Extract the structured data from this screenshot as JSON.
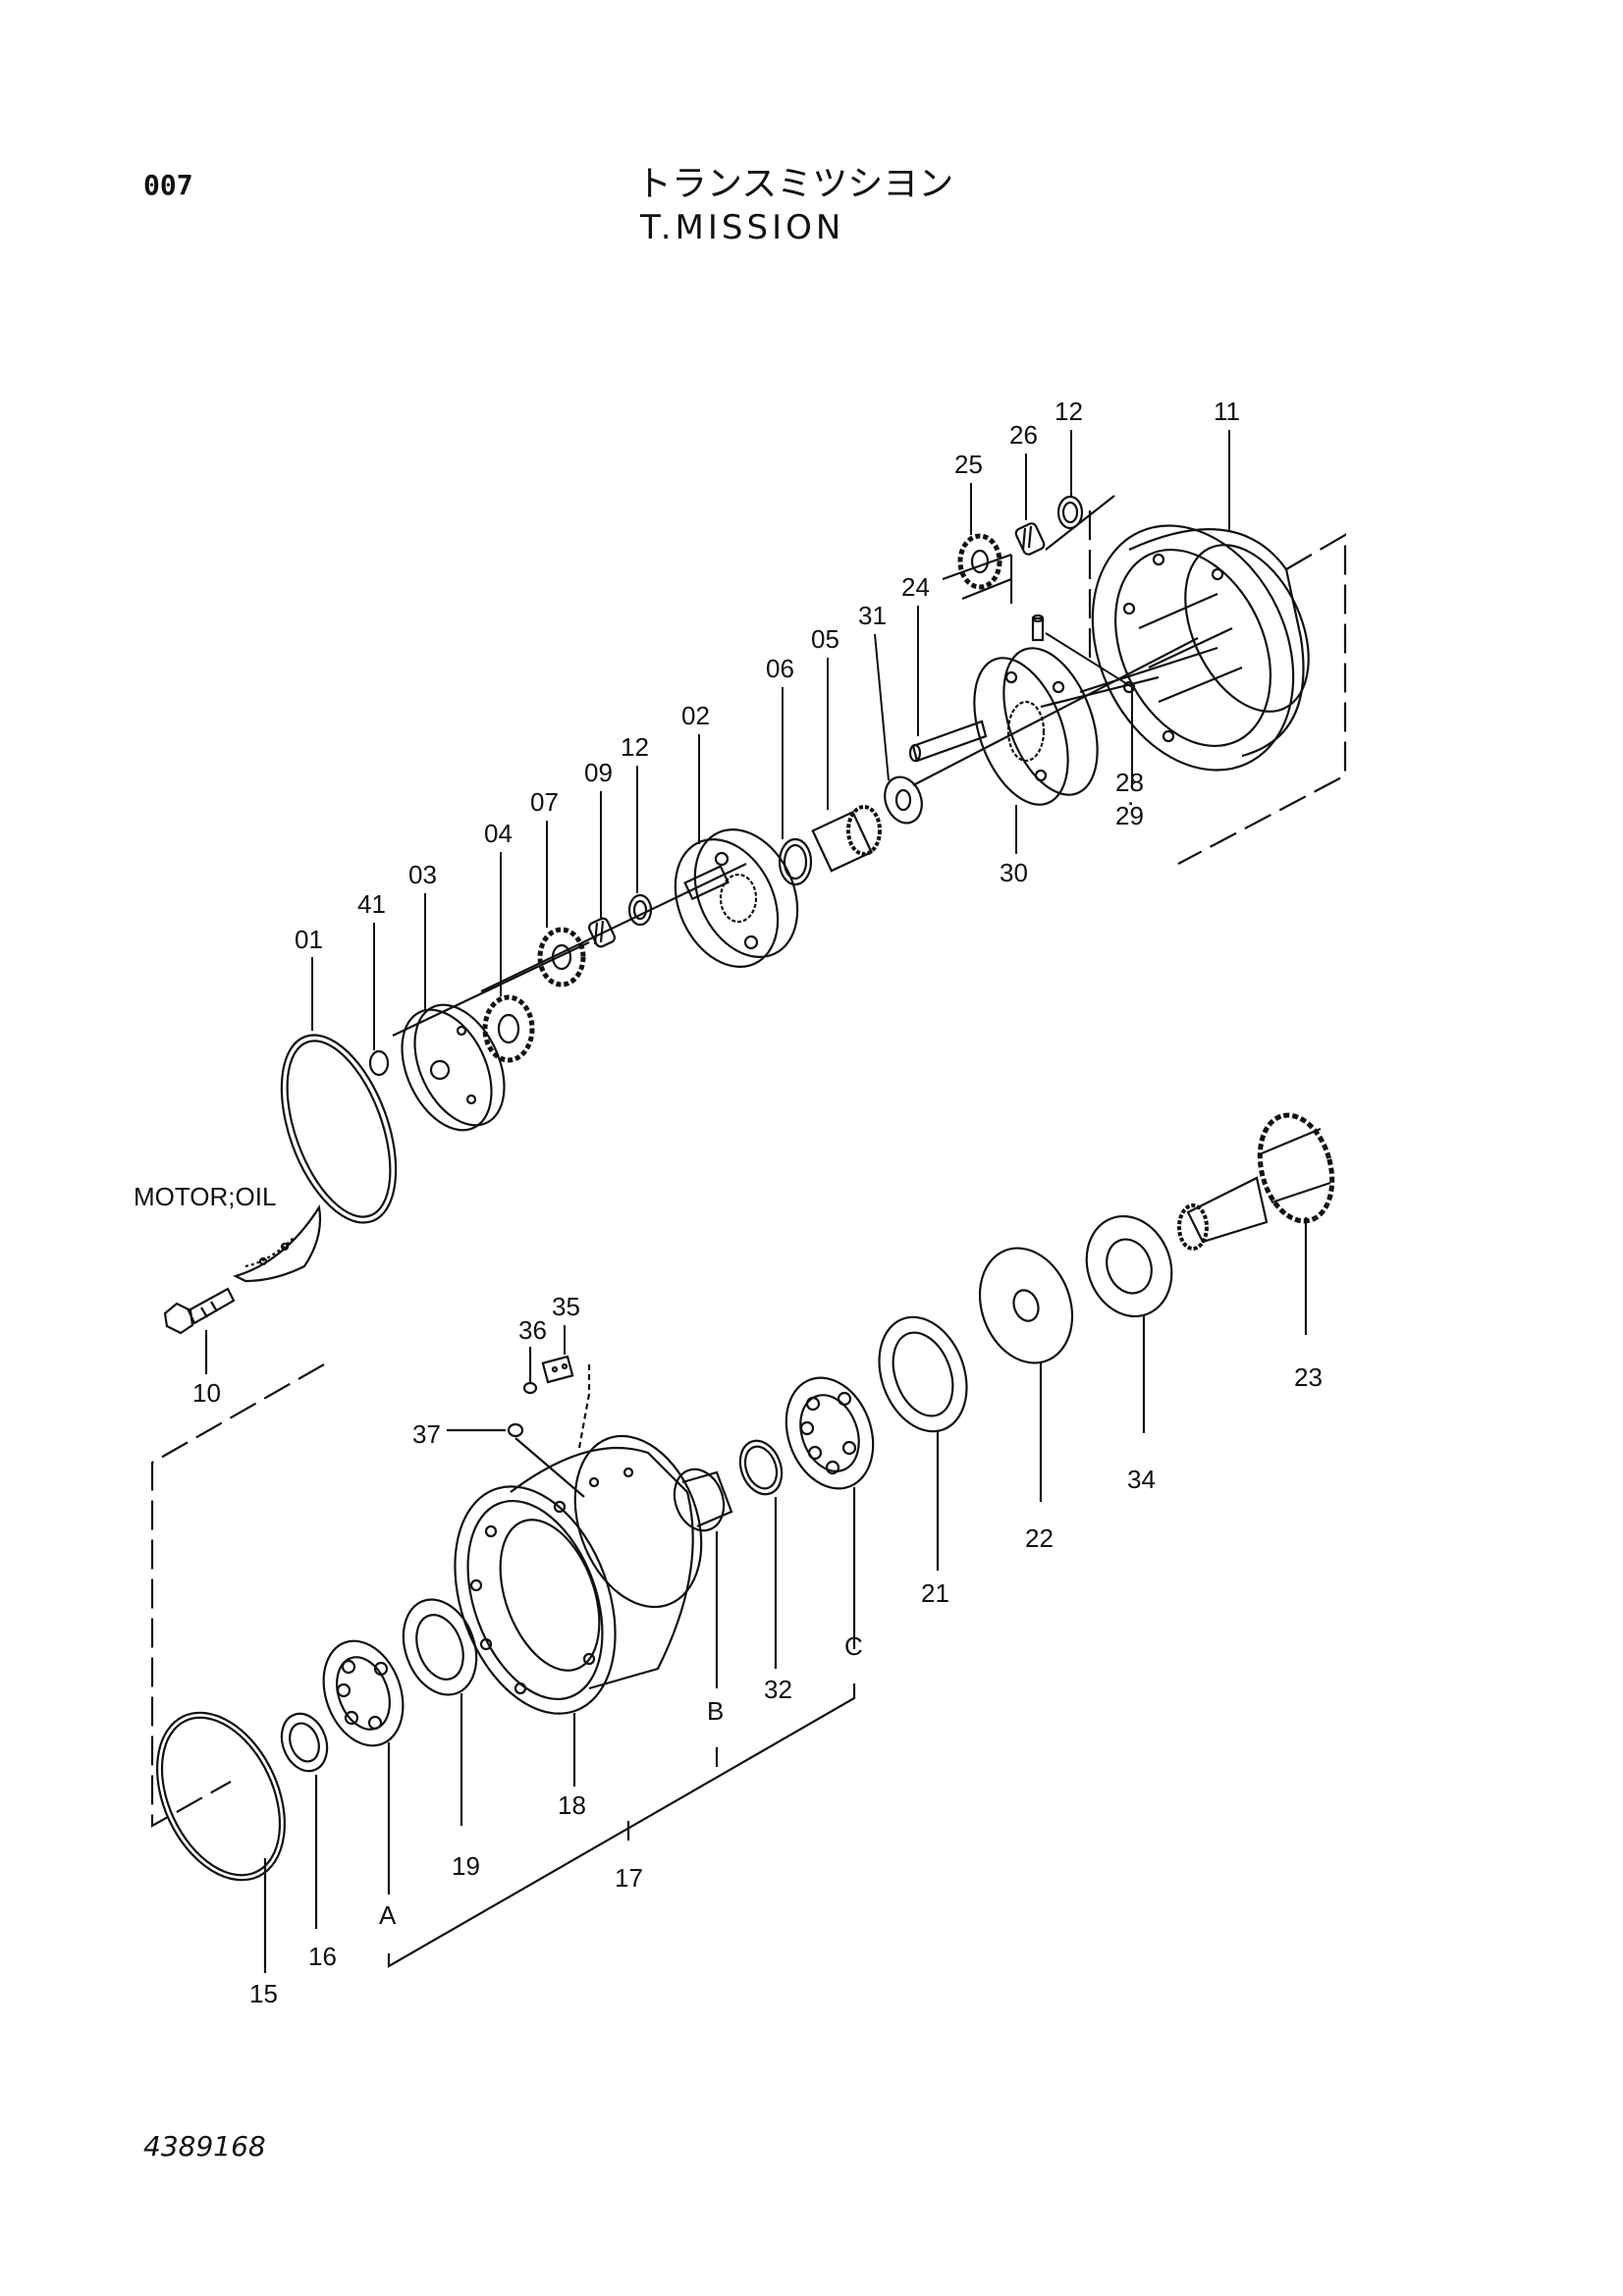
{
  "page_number": "007",
  "title_jp": "トランスミツシヨン",
  "title_en": "T.MISSION",
  "drawing_number": "4389168",
  "note_label": "MOTOR;OIL",
  "callouts": {
    "c01": "01",
    "c41": "41",
    "c03": "03",
    "c04": "04",
    "c07": "07",
    "c09": "09",
    "c12a": "12",
    "c02": "02",
    "c06": "06",
    "c05": "05",
    "c31": "31",
    "c24": "24",
    "c25": "25",
    "c26": "26",
    "c12b": "12",
    "c11": "11",
    "c28": "28",
    "c29": "29",
    "c30": "30",
    "c10": "10",
    "c35": "35",
    "c36": "36",
    "c37": "37",
    "c23": "23",
    "c34": "34",
    "c22": "22",
    "c21": "21",
    "c32": "32",
    "c18": "18",
    "c19": "19",
    "c17": "17",
    "c16": "16",
    "c15": "15",
    "gA": "A",
    "gB": "B",
    "gC": "C"
  }
}
